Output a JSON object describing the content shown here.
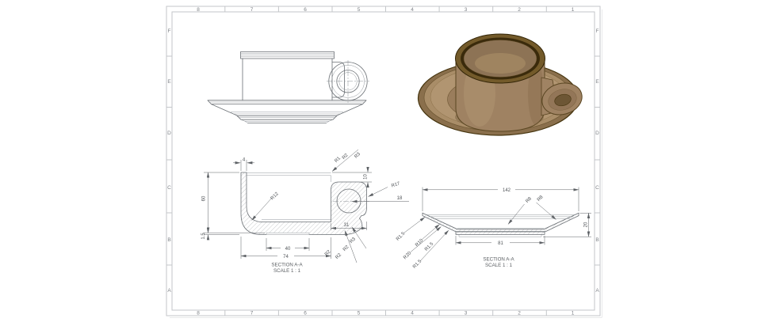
{
  "sheet": {
    "cols": [
      "8",
      "7",
      "6",
      "5",
      "4",
      "3",
      "2",
      "1"
    ],
    "rows": [
      "F",
      "E",
      "D",
      "C",
      "B",
      "A"
    ]
  },
  "cup_section": {
    "title": "SECTION A-A",
    "scale": "SCALE 1 : 1",
    "dims": {
      "wall": "4",
      "height": "60",
      "base": "1.5",
      "innerFillet": "R12",
      "topFillets": [
        "R1",
        "R2",
        "R3"
      ],
      "handleTop": "10",
      "handleRadius": "R17",
      "holeOffset": "18",
      "handleWidth": "31",
      "bottomFillets": [
        "R3",
        "R2",
        "R2",
        "R2"
      ],
      "baseWidth": "40",
      "outerWidth": "74"
    }
  },
  "saucer_section": {
    "title": "SECTION A-A",
    "scale": "SCALE 1 : 1",
    "dims": {
      "width": "142",
      "rimFillets": [
        "R8",
        "R8"
      ],
      "height": "20",
      "baseWidth": "81",
      "profileFillets": [
        "R1.5",
        "R10",
        "R1.5",
        "R20",
        "R1.5"
      ]
    }
  },
  "render_colors": {
    "cup_body": "#9f8262",
    "cup_rim_dark": "#3a2a0b",
    "cup_interior": "#8d7355",
    "saucer_base": "#8a6f4c",
    "saucer_top": "#b19571",
    "handle_hole": "#6d5635",
    "line_gray": "#6a6f74"
  }
}
